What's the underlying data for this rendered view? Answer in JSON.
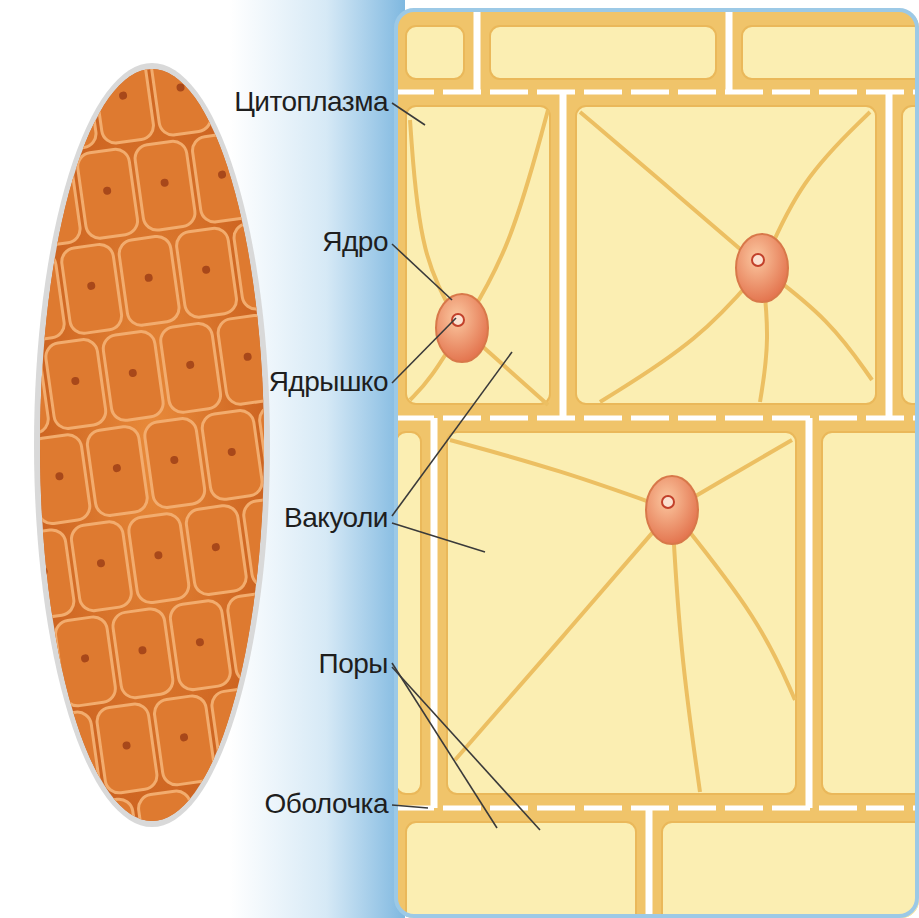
{
  "diagram": {
    "labels": [
      "Цитоплазма",
      "Ядро",
      "Ядрышко",
      "Вакуоли",
      "Поры",
      "Оболочка"
    ]
  }
}
